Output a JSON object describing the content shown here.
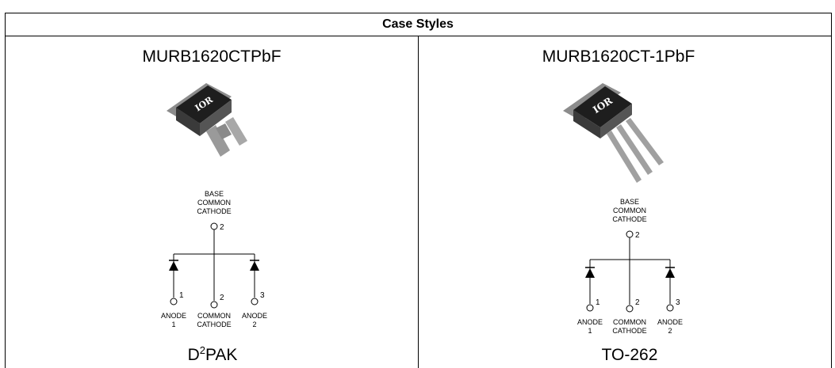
{
  "table": {
    "title": "Case Styles",
    "columns": [
      {
        "part_number": "MURB1620CTPbF",
        "package_main": "D",
        "package_sup": "2",
        "package_rest": "PAK",
        "logo": "IOR",
        "schematic": {
          "top_label": [
            "BASE",
            "COMMON",
            "CATHODE"
          ],
          "top_pin": "2",
          "pins": [
            {
              "number": "1",
              "label": [
                "ANODE",
                "1"
              ]
            },
            {
              "number": "2",
              "label": [
                "COMMON",
                "CATHODE"
              ]
            },
            {
              "number": "3",
              "label": [
                "ANODE",
                "2"
              ]
            }
          ]
        }
      },
      {
        "part_number": "MURB1620CT-1PbF",
        "package_main": "TO-262",
        "package_sup": "",
        "package_rest": "",
        "logo": "IOR",
        "schematic": {
          "top_label": [
            "BASE",
            "COMMON",
            "CATHODE"
          ],
          "top_pin": "2",
          "pins": [
            {
              "number": "1",
              "label": [
                "ANODE",
                "1"
              ]
            },
            {
              "number": "2",
              "label": [
                "COMMON",
                "CATHODE"
              ]
            },
            {
              "number": "3",
              "label": [
                "ANODE",
                "2"
              ]
            }
          ]
        }
      }
    ]
  }
}
